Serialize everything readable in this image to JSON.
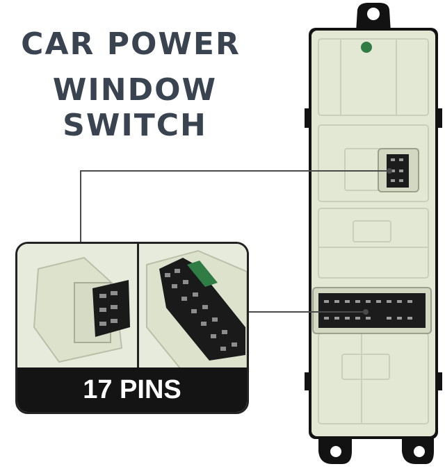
{
  "title": {
    "line1": "CAR POWER",
    "line2": "WINDOW SWITCH"
  },
  "callout": {
    "caption": "17 PINS"
  },
  "colors": {
    "title_text": "#3a4350",
    "plastic": "#e3e8d5",
    "plastic_shadow": "#c9cfba",
    "frame": "#121212",
    "caption_bg": "#141414",
    "caption_text": "#ffffff",
    "pcb": "#2f7d45"
  }
}
